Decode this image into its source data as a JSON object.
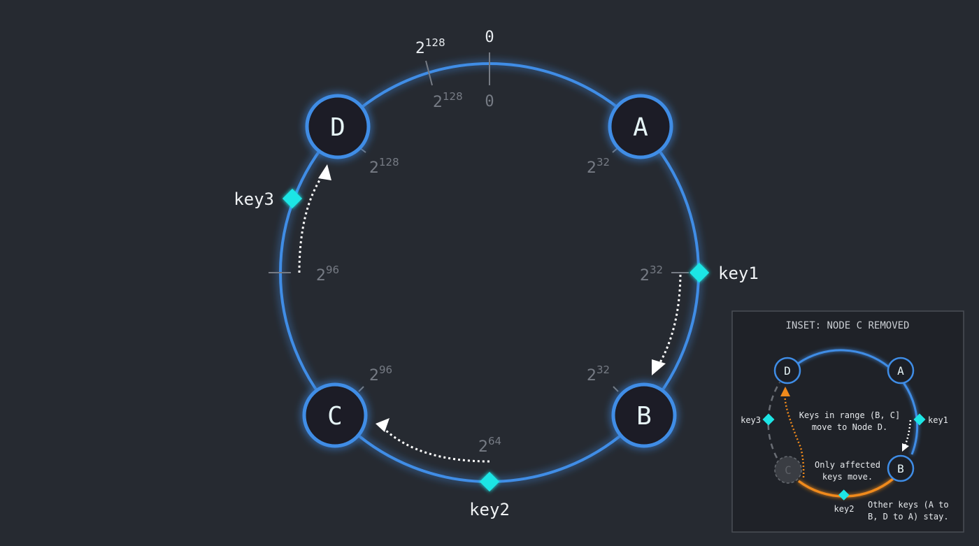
{
  "colors": {
    "background": "#262a31",
    "ring": "#3f8de6",
    "key": "#1de5e5",
    "node_fill": "#1c1f26",
    "arrow": "#ffffff",
    "highlight": "#f08a1c",
    "removed": "#55585e",
    "tick": "#767b84"
  },
  "nodes": {
    "A": "A",
    "B": "B",
    "C": "C",
    "D": "D"
  },
  "keys": {
    "key1": "key1",
    "key2": "key2",
    "key3": "key3"
  },
  "ticks": {
    "top_zero": "0",
    "top_zero_inner": "0",
    "top_128_base": "2",
    "top_128_exp": "128",
    "top_128_inner_base": "2",
    "top_128_inner_exp": "128",
    "a_base": "2",
    "a_exp": "32",
    "key1_base": "2",
    "key1_exp": "32",
    "b_base": "2",
    "b_exp": "32",
    "key2_base": "2",
    "key2_exp": "64",
    "c_base": "2",
    "c_exp": "96",
    "left_base": "2",
    "left_exp": "96",
    "d_base": "2",
    "d_exp": "128"
  },
  "inset": {
    "title": "INSET: NODE C REMOVED",
    "nodes": {
      "A": "A",
      "B": "B",
      "C": "C",
      "D": "D"
    },
    "keys": {
      "key1": "key1",
      "key2": "key2",
      "key3": "key3"
    },
    "note1": [
      "Keys in range (B, C]",
      "move to Node D."
    ],
    "note2": [
      "Only affected",
      "keys move."
    ],
    "note3": [
      "Other keys (A to",
      "B, D to A) stay."
    ]
  }
}
